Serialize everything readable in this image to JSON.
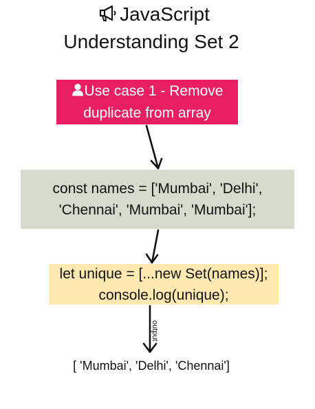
{
  "title": {
    "icon": "megaphone-icon",
    "line1": "JavaScript",
    "line2": "Understanding Set 2"
  },
  "use_case_box": {
    "icon": "user-icon",
    "line1": "Use case 1 - Remove",
    "line2": "duplicate from array",
    "color": "#E91E63"
  },
  "names_box": {
    "line1": "const names = ['Mumbai', 'Delhi',",
    "line2": "'Chennai', 'Mumbai', 'Mumbai'];",
    "color": "#D6DBCE"
  },
  "unique_box": {
    "line1": "let unique = [...new Set(names)];",
    "line2": "console.log(unique);",
    "color": "#FFE9B0"
  },
  "output": {
    "label": "output",
    "value": "[ 'Mumbai', 'Delhi', 'Chennai']"
  }
}
